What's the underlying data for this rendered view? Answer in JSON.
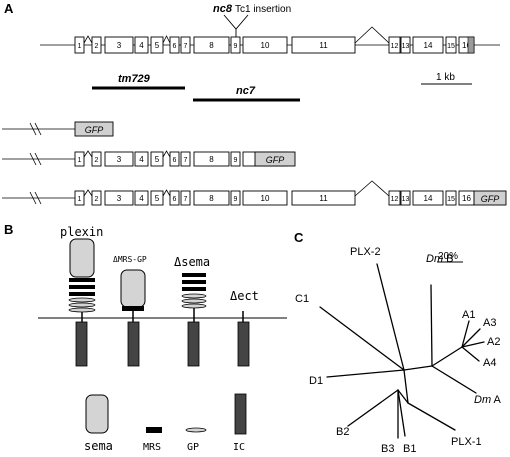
{
  "panels": {
    "a_label": "A",
    "b_label": "B",
    "c_label": "C"
  },
  "panel_a": {
    "insertion_gene": "nc8",
    "insertion_text": "Tc1 insertion",
    "deletion_1": "tm729",
    "deletion_2": "nc7",
    "scale_bar": "1 kb",
    "exons": [
      "1",
      "2",
      "3",
      "4",
      "5",
      "6",
      "7",
      "8",
      "9",
      "10",
      "11",
      "12",
      "13",
      "14",
      "15",
      "16"
    ],
    "gfp_label": "GFP"
  },
  "panel_b": {
    "construct_1": "plexin",
    "construct_2": "ΔMRS-GP",
    "construct_3": "Δsema",
    "construct_4": "Δect",
    "legend": {
      "sema": "sema",
      "mrs": "MRS",
      "gp": "GP",
      "ic": "IC"
    }
  },
  "panel_c": {
    "scale": "20%",
    "leaves": {
      "plx2": "PLX-2",
      "dmb_italic": "Dm",
      "dmb_rest": " B",
      "c1": "C1",
      "a1": "A1",
      "a3": "A3",
      "a2": "A2",
      "a4": "A4",
      "d1": "D1",
      "dma_italic": "Dm",
      "dma_rest": " A",
      "b2": "B2",
      "b3": "B3",
      "b1": "B1",
      "plx1": "PLX-1"
    }
  }
}
